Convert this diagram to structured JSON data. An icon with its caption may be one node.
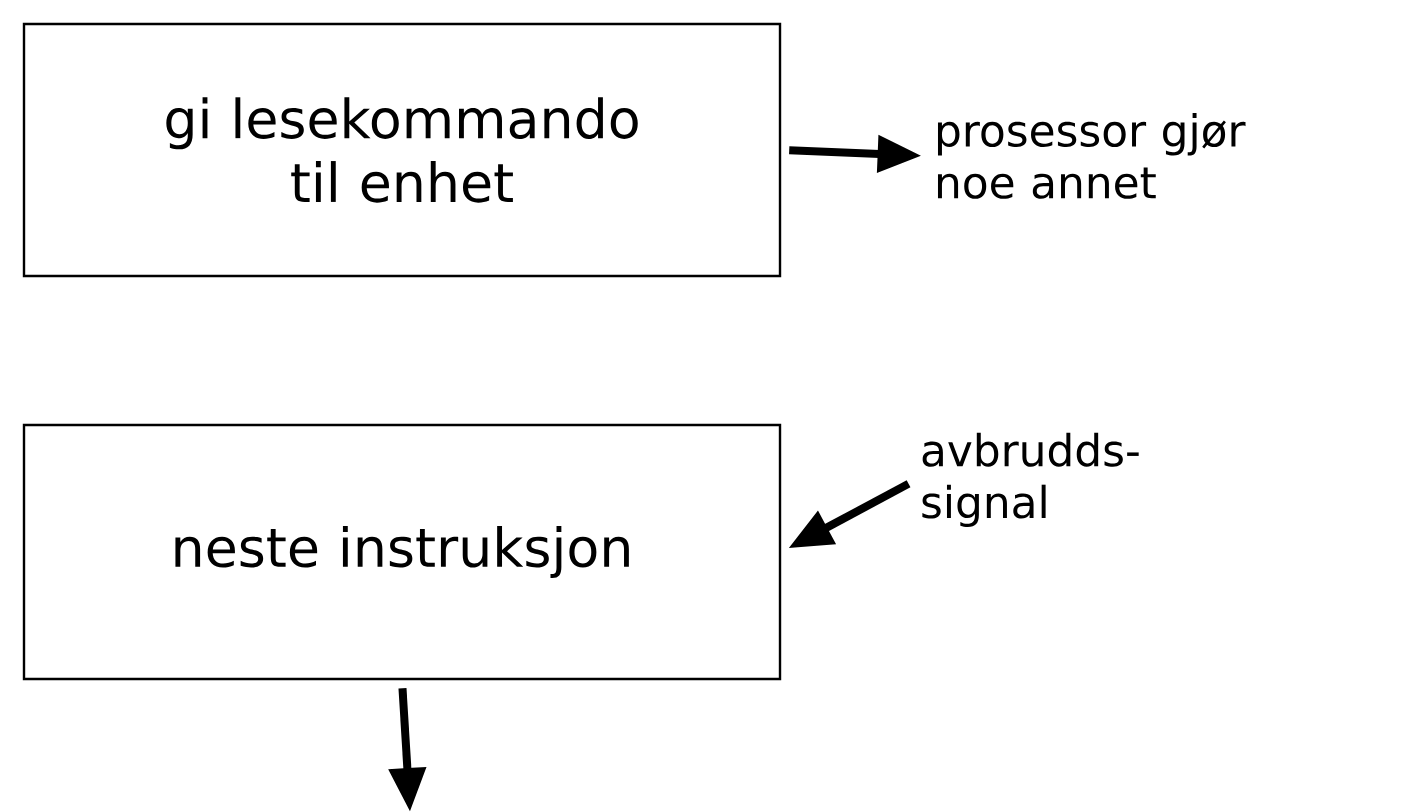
{
  "diagram": {
    "nodes": [
      {
        "text": [
          "gi lesekommando til enhet"
        ]
      },
      {
        "text": [
          "prosessor gjør noe annet"
        ]
      },
      {
        "text": [
          "neste instruksjon"
        ]
      },
      {
        "text": [
          "avbrudds- signal"
        ]
      }
    ],
    "edges": [
      {
        "from": 0,
        "to": 1,
        "arrow": "to"
      },
      {
        "from": 3,
        "to": 2,
        "arrow": "to"
      },
      {
        "from": 2,
        "to": null,
        "arrow": "to"
      }
    ]
  }
}
